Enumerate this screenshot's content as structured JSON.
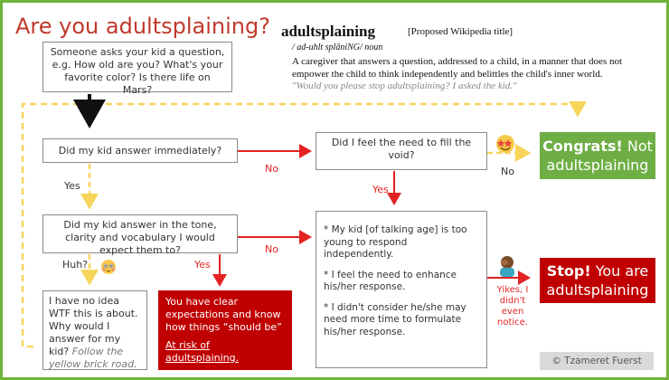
{
  "title": "Are you adultsplaining?",
  "definition": {
    "word": "adultsplaining",
    "proposed": "[Proposed Wikipedia title]",
    "pronunciation": "/ ad-uhlt splāniNG/  noun",
    "text": "A caregiver that answers a question, addressed to a child, in a manner that does not empower the child to think independently and belittles the child's inner world.",
    "quote": "\"Would you please stop adultsplaining? I asked the kid.\""
  },
  "start": "Someone asks your kid a question, e.g. How old are you? What's your favorite color? Is there life on Mars?",
  "q1": "Did my kid answer immediately?",
  "q2": "Did I feel the need to fill the void?",
  "q3": "Did my kid answer in the tone, clarity and vocabulary I would expect them to?",
  "labels": {
    "no": "No",
    "yes": "Yes",
    "huh": "Huh?"
  },
  "congrats": {
    "strong": "Congrats!",
    "rest": "Not adultsplaining"
  },
  "stop": {
    "strong": "Stop!",
    "rest": "You are adultsplaining"
  },
  "yikes": "Yikes, I didn't even notice.",
  "idea": {
    "main": "I have no idea WTF this is about. Why would I answer for my kid?",
    "italic": "Follow the yellow brick road."
  },
  "risk": {
    "main": "You have clear expectations and know how things “should be”",
    "link": "At risk of adultsplaining."
  },
  "reasons": [
    "* My kid [of talking age] is too young to respond independently.",
    "* I feel the need to enhance his/her response.",
    "* I didn't consider he/she may need  more time to formulate his/her response."
  ],
  "credit": "© Tzameret Fuerst",
  "colors": {
    "red": "#c0392b",
    "arrow": "#e32222",
    "green": "#6fae45",
    "yellow": "#f7d55a",
    "darkred": "#c00000"
  }
}
